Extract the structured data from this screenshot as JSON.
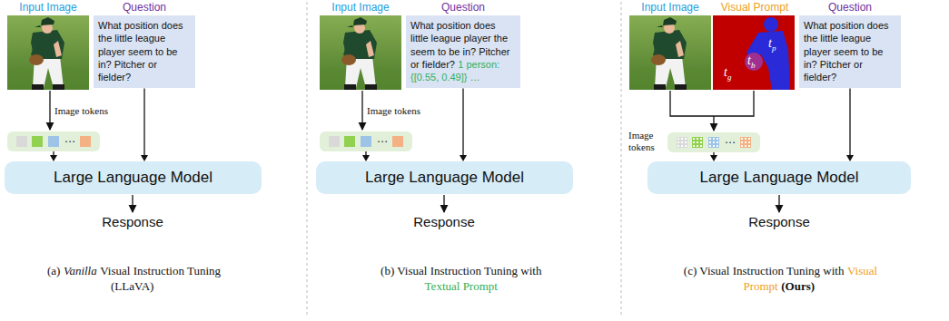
{
  "diagram": {
    "nodes": [
      {
        "text": [
          "What position does the little league player seem to be in? Pitcher or fielder?"
        ]
      },
      {
        "text": [
          "⋯"
        ]
      },
      {
        "text": [
          "Large Language Model"
        ]
      },
      {
        "text": [
          "What position does little league player the seem to be in? Pitcher or fielder?",
          "1 person: {[0.55, 0.49]} …"
        ]
      },
      {
        "text": [
          "⋯"
        ]
      },
      {
        "text": [
          "Large Language Model"
        ]
      },
      {
        "text": [
          "What position does the little league player seem to be in? Pitcher or fielder?"
        ]
      },
      {
        "text": [
          "⋯"
        ]
      },
      {
        "text": [
          "Large Language Model"
        ]
      }
    ],
    "edges": [
      {
        "from": 0,
        "to": 2,
        "arrow": "to"
      },
      {
        "from": 1,
        "to": 2,
        "arrow": "to"
      },
      {
        "from": 3,
        "to": 5,
        "arrow": "to"
      },
      {
        "from": 4,
        "to": 5,
        "arrow": "to"
      },
      {
        "from": 6,
        "to": 8,
        "arrow": "to"
      },
      {
        "from": 7,
        "to": 8,
        "arrow": "to"
      }
    ],
    "labels": [
      "Input Image",
      "Question",
      "Image tokens",
      "Response",
      "(a)",
      "Vanilla",
      "Visual Instruction Tuning (LLaVA)",
      "Input Image",
      "Question",
      "Image tokens",
      "Response",
      "(b) Visual Instruction Tuning with",
      "Textual Prompt",
      "Input Image",
      "Visual Prompt",
      "Question",
      "tp",
      "tg",
      "tb",
      "Image tokens",
      "Response",
      "(c) Visual Instruction Tuning with",
      "Visual Prompt",
      "(Ours)"
    ]
  }
}
